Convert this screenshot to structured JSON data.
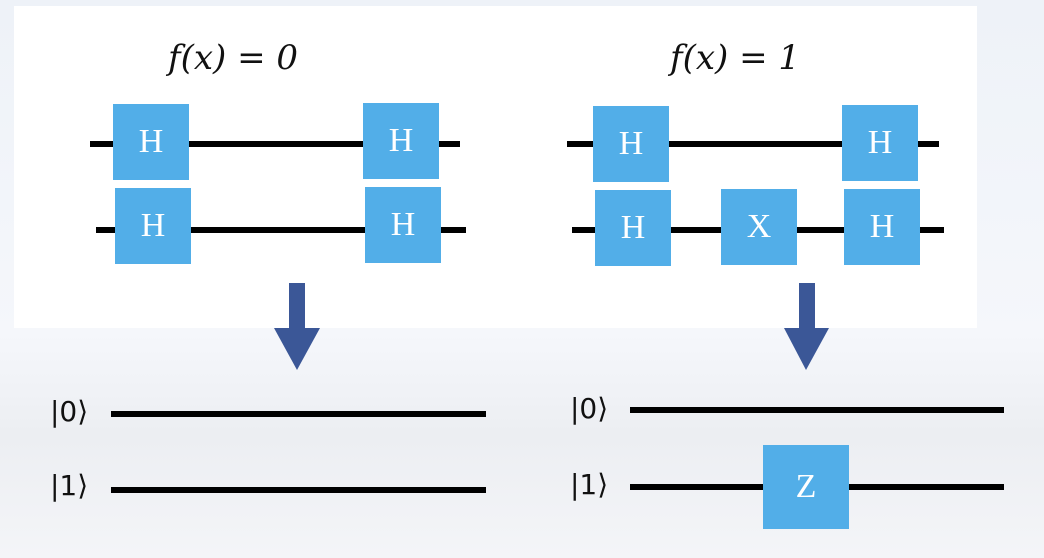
{
  "colors": {
    "gate": "#52aee8",
    "arrow": "#3b5797",
    "wire": "#000000"
  },
  "left": {
    "title": "f(x) = 0",
    "gates": {
      "q0_a": "H",
      "q0_b": "H",
      "q1_a": "H",
      "q1_b": "H"
    },
    "kets": {
      "k0": "|0⟩",
      "k1": "|1⟩"
    }
  },
  "right": {
    "title": "f(x) = 1",
    "gates": {
      "q0_a": "H",
      "q0_b": "H",
      "q1_a": "H",
      "q1_x": "X",
      "q1_b": "H",
      "z": "Z"
    },
    "kets": {
      "k0": "|0⟩",
      "k1": "|1⟩"
    }
  }
}
